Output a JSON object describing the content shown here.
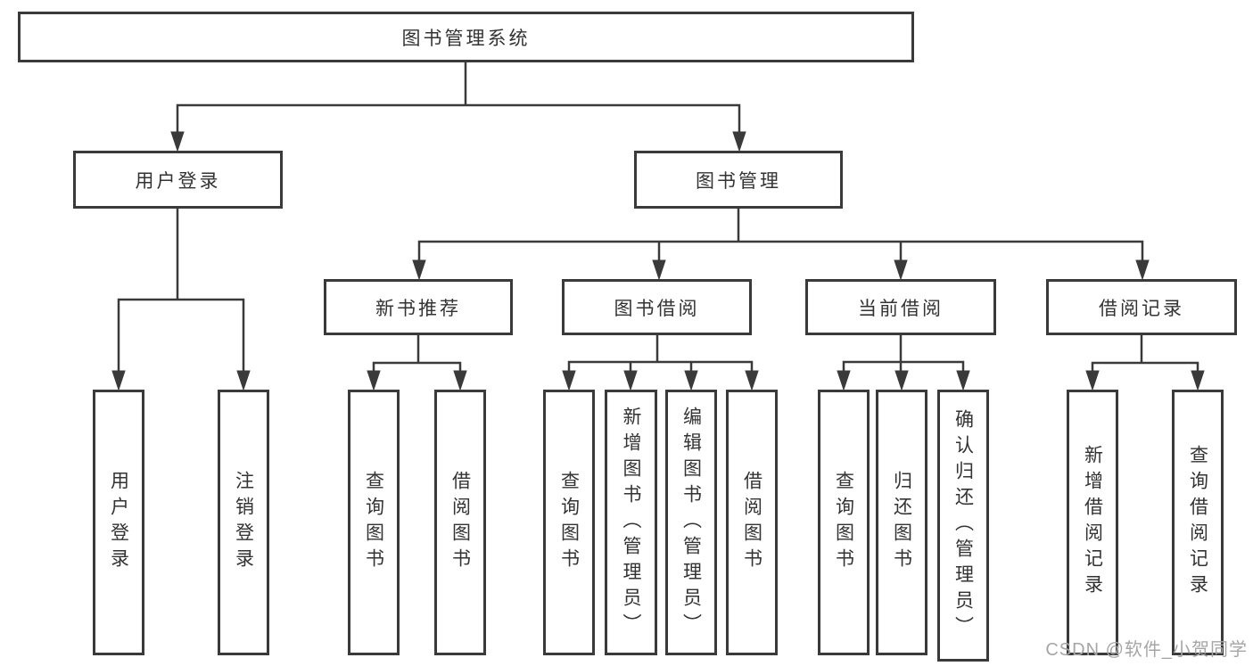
{
  "diagram": {
    "title_node": {
      "label": "图书管理系统"
    },
    "level2": {
      "user_login": {
        "label": "用户登录"
      },
      "book_management": {
        "label": "图书管理"
      }
    },
    "level3": {
      "recommend": {
        "label": "新书推荐"
      },
      "borrow": {
        "label": "图书借阅"
      },
      "current": {
        "label": "当前借阅"
      },
      "records": {
        "label": "借阅记录"
      }
    },
    "leaves": {
      "login": "用户登录",
      "logout": "注销登录",
      "recommend_query": "查询图书",
      "recommend_borrow": "借阅图书",
      "borrow_query": "查询图书",
      "borrow_add": "新增图书（管理员）",
      "borrow_edit": "编辑图书（管理员）",
      "borrow_borrow": "借阅图书",
      "current_query": "查询图书",
      "current_return": "归还图书",
      "current_confirm": "确认归还（管理员）",
      "records_add": "新增借阅记录",
      "records_query": "查询借阅记录"
    }
  },
  "watermark": {
    "text": "CSDN @软件_小贺同学"
  },
  "colors": {
    "line": "#3a3a3a",
    "text": "#333333",
    "watermark": "#a6a6a6",
    "background": "#ffffff"
  }
}
